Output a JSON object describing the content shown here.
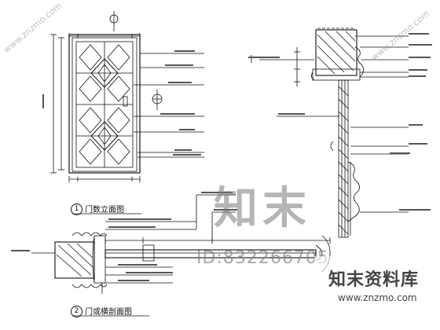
{
  "views": {
    "elevation": {
      "number": "1",
      "title": "门数立面图"
    },
    "section": {
      "number": "2",
      "title": "门或横剖面图"
    }
  },
  "watermark": {
    "big": "知末",
    "id": "ID:832266705",
    "brand": "知末资料库",
    "url": "www.znzmo.com",
    "corner_left": "www.znzmo.com",
    "corner_right": "www.znzmo.com"
  }
}
